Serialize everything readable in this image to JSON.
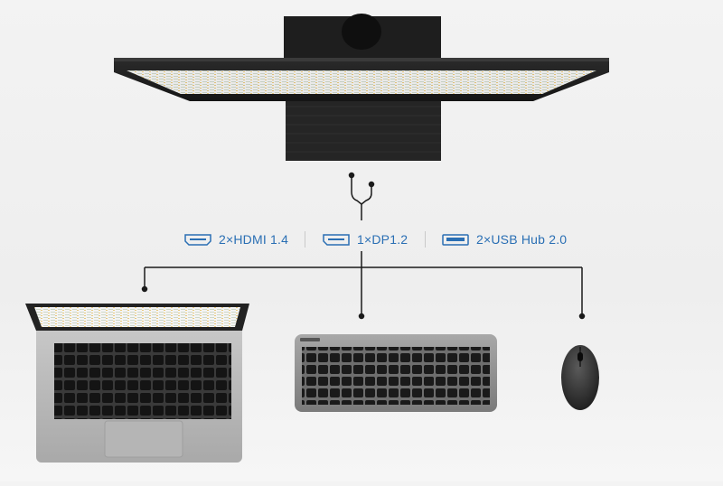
{
  "ports": {
    "hdmi": {
      "label": "2×HDMI 1.4",
      "icon": "hdmi-port-icon"
    },
    "dp": {
      "label": "1×DP1.2",
      "icon": "displayport-icon"
    },
    "usb": {
      "label": "2×USB Hub 2.0",
      "icon": "usb-port-icon"
    }
  },
  "colors": {
    "accent": "#2a6fb4",
    "background": "#f0f0f0",
    "line": "#1a1a1a"
  },
  "devices": [
    "monitor",
    "laptop",
    "keyboard",
    "mouse"
  ]
}
